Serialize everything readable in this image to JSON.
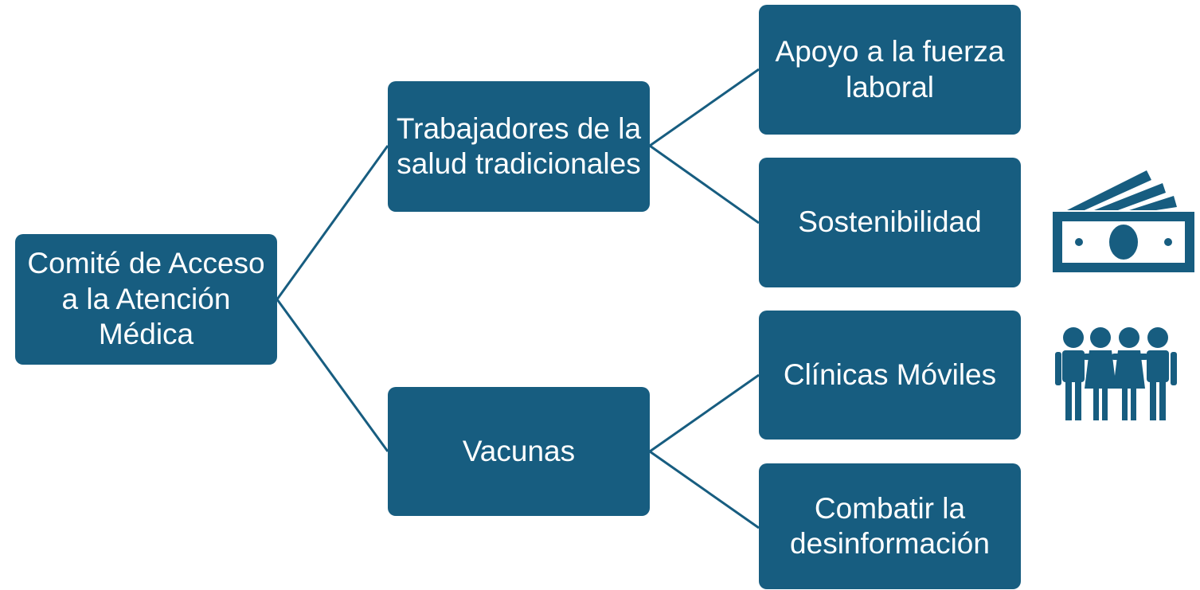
{
  "diagram": {
    "root": {
      "label": "Comité de Acceso a la Atención Médica"
    },
    "branches": [
      {
        "label": "Trabajadores de la salud tradicionales",
        "children": [
          {
            "label": "Apoyo a la fuerza laboral"
          },
          {
            "label": "Sostenibilidad"
          }
        ]
      },
      {
        "label": "Vacunas",
        "children": [
          {
            "label": "Clínicas Móviles"
          },
          {
            "label": "Combatir la desinformación"
          }
        ]
      }
    ],
    "icons": {
      "sustainability": "money-icon",
      "mobile_clinics": "people-icon"
    },
    "colors": {
      "node_fill": "#175d80",
      "connector": "#175d80",
      "text": "#ffffff"
    }
  }
}
